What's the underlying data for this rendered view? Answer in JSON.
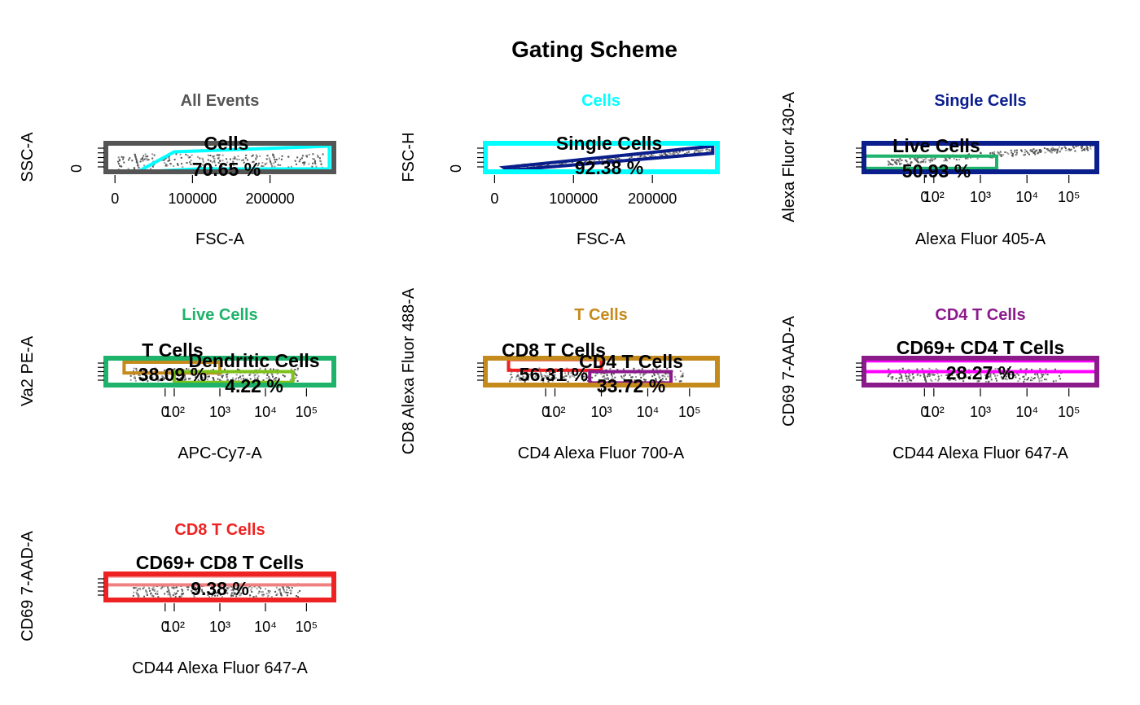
{
  "title": "Gating Scheme",
  "chart_data": [
    {
      "type": "scatter",
      "title": "All Events",
      "title_color": "#555555",
      "xlabel": "FSC-A",
      "ylabel": "SSC-A",
      "x_tick_labels": [
        "0",
        "100000",
        "200000"
      ],
      "y_tick_labels": [
        "0"
      ],
      "frame_color": "#555555",
      "gates": [
        {
          "name": "Cells",
          "percent": "70.65 %",
          "color": "#00FFFF"
        }
      ]
    },
    {
      "type": "scatter",
      "title": "Cells",
      "title_color": "#00FFFF",
      "xlabel": "FSC-A",
      "ylabel": "FSC-H",
      "x_tick_labels": [
        "0",
        "100000",
        "200000"
      ],
      "y_tick_labels": [
        "0"
      ],
      "frame_color": "#00FFFF",
      "gates": [
        {
          "name": "Single Cells",
          "percent": "92.38 %",
          "color": "#0A1E8C"
        }
      ]
    },
    {
      "type": "scatter",
      "title": "Single Cells",
      "title_color": "#0A1E8C",
      "xlabel": "Alexa Fluor 405-A",
      "ylabel": "Alexa Fluor 430-A",
      "x_tick_labels": [
        "0",
        "10²",
        "10³",
        "10⁴",
        "10⁵"
      ],
      "frame_color": "#0A1E8C",
      "gates": [
        {
          "name": "Live Cells",
          "percent": "50.93 %",
          "color": "#1DB36A"
        }
      ]
    },
    {
      "type": "scatter",
      "title": "Live Cells",
      "title_color": "#1DB36A",
      "xlabel": "APC-Cy7-A",
      "ylabel": "Va2 PE-A",
      "x_tick_labels": [
        "0",
        "10²",
        "10³",
        "10⁴",
        "10⁵"
      ],
      "frame_color": "#1DB36A",
      "gates": [
        {
          "name": "T Cells",
          "percent": "38.09 %",
          "color": "#C58A1C"
        },
        {
          "name": "Dendritic Cells",
          "percent": "4.22 %",
          "color": "#7CC219"
        }
      ]
    },
    {
      "type": "scatter",
      "title": "T Cells",
      "title_color": "#C58A1C",
      "xlabel": "CD4 Alexa Fluor 700-A",
      "ylabel": "CD8 Alexa Fluor 488-A",
      "x_tick_labels": [
        "0",
        "10²",
        "10³",
        "10⁴",
        "10⁵"
      ],
      "frame_color": "#C58A1C",
      "gates": [
        {
          "name": "CD8 T Cells",
          "percent": "56.31 %",
          "color": "#EE2222"
        },
        {
          "name": "CD4 T Cells",
          "percent": "33.72 %",
          "color": "#8B1A8B"
        }
      ]
    },
    {
      "type": "scatter",
      "title": "CD4 T Cells",
      "title_color": "#8B1A8B",
      "xlabel": "CD44 Alexa Fluor 647-A",
      "ylabel": "CD69 7-AAD-A",
      "x_tick_labels": [
        "0",
        "10²",
        "10³",
        "10⁴",
        "10⁵"
      ],
      "frame_color": "#8B1A8B",
      "gates": [
        {
          "name": "CD69+ CD4 T Cells",
          "percent": "28.27 %",
          "color": "#FF00FF"
        }
      ]
    },
    {
      "type": "scatter",
      "title": "CD8 T Cells",
      "title_color": "#EE2222",
      "xlabel": "CD44 Alexa Fluor 647-A",
      "ylabel": "CD69 7-AAD-A",
      "x_tick_labels": [
        "0",
        "10²",
        "10³",
        "10⁴",
        "10⁵"
      ],
      "frame_color": "#EE2222",
      "gates": [
        {
          "name": "CD69+ CD8 T Cells",
          "percent": "9.38 %",
          "color": "#F08080"
        }
      ]
    }
  ]
}
